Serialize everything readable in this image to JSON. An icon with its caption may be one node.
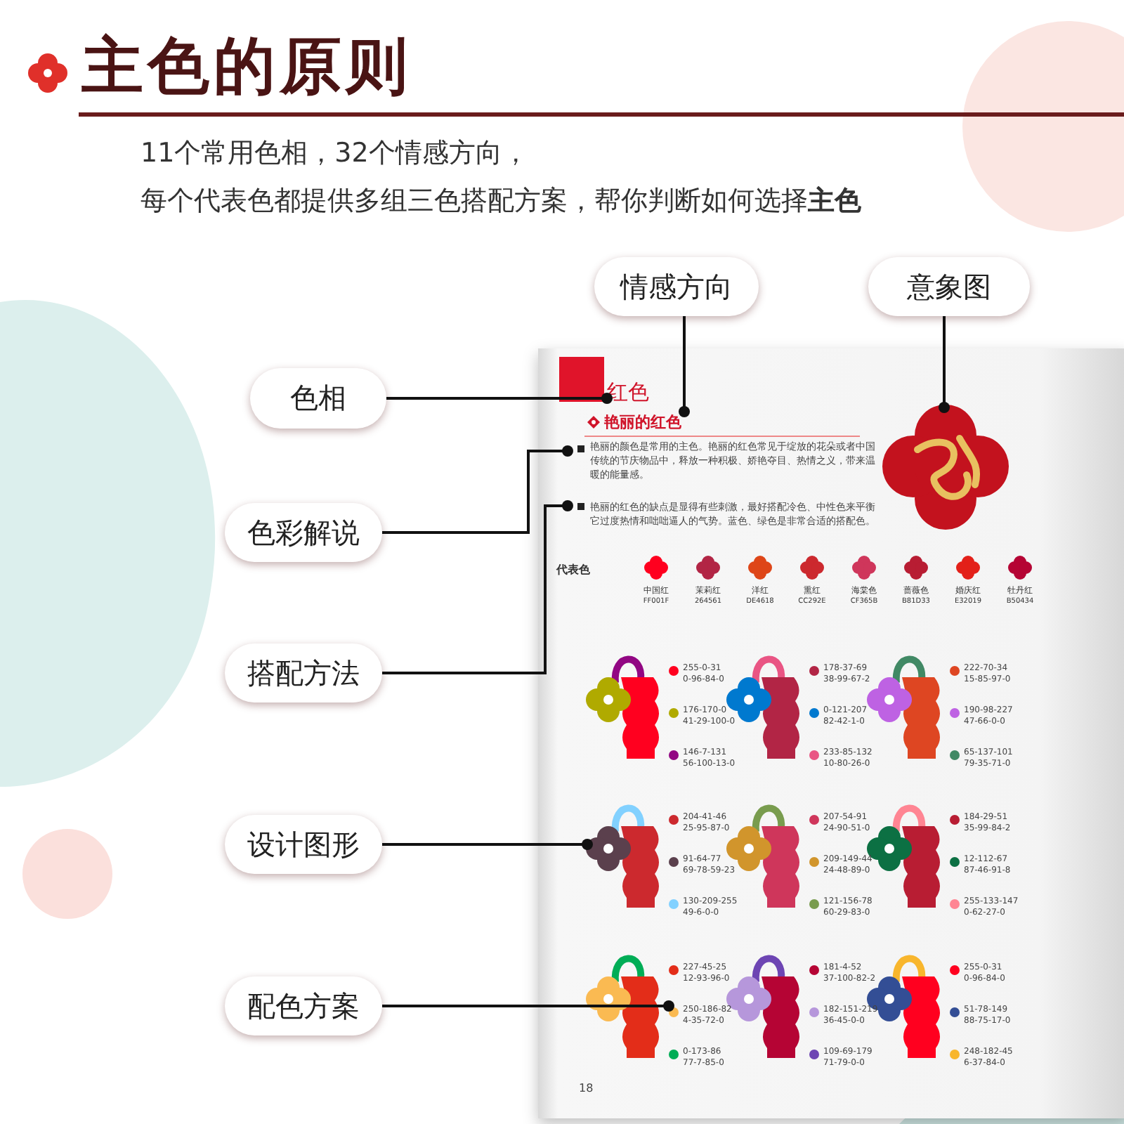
{
  "diagram": {
    "title": "主色的原则",
    "nodes": [
      {
        "text": [
          "色相"
        ]
      },
      {
        "text": [
          "情感方向"
        ]
      },
      {
        "text": [
          "意象图"
        ]
      },
      {
        "text": [
          "色彩解说"
        ]
      },
      {
        "text": [
          "搭配方法"
        ]
      },
      {
        "text": [
          "设计图形"
        ]
      },
      {
        "text": [
          "配色方案"
        ]
      },
      {
        "text": [
          "红色"
        ]
      },
      {
        "text": [
          "艳丽的红色"
        ]
      },
      {
        "text": [
          "艳丽的颜色是常用的主色。艳丽的红色常见于绽放的花朵或者中国传统的节庆物品中，释放一种积极、娇艳夺目、热情之义，带来温暖的能量感。"
        ]
      },
      {
        "text": [
          "艳丽的红色的缺点是显得有些刺激，最好搭配冷色、中性色来平衡它过度热情和咄咄逼人的气势。蓝色、绿色是非常合适的搭配色。"
        ]
      },
      {
        "text": [],
        "shape": "picture"
      },
      {
        "text": [],
        "shape": "picture"
      },
      {
        "text": [
          "227-45-25 12-93-96-0",
          "250-186-82 4-35-72-0",
          "0-173-86 77-7-85-0"
        ]
      }
    ],
    "edges": [
      {
        "from": 0,
        "to": 7,
        "arrow": "other"
      },
      {
        "from": 1,
        "to": 8,
        "arrow": "other"
      },
      {
        "from": 2,
        "to": 11,
        "arrow": "other"
      },
      {
        "from": 3,
        "to": 9,
        "arrow": "other"
      },
      {
        "from": 4,
        "to": 10,
        "arrow": "other"
      },
      {
        "from": 5,
        "to": 12,
        "arrow": "other"
      },
      {
        "from": 6,
        "to": 13,
        "arrow": "other"
      }
    ],
    "labels": [
      "11个常用色相，32个情感方向，",
      "每个代表色都提供多组三色搭配方案，帮你判断如何选择**主色**",
      "代表色",
      "中国红",
      "FF001F",
      "茉莉红",
      "264561",
      "洋红",
      "DE4618",
      "熏红",
      "CC292E",
      "海棠色",
      "CF365B",
      "蔷薇色",
      "B81D33",
      "婚庆红",
      "E32019",
      "牡丹红",
      "B50434",
      "255-0-31 0-96-84-0",
      "176-170-0 41-29-100-0",
      "146-7-131 56-100-13-0",
      "178-37-69 38-99-67-2",
      "0-121-207 82-42-1-0",
      "233-85-132 10-80-26-0",
      "222-70-34 15-85-97-0",
      "190-98-227 47-66-0-0",
      "65-137-101 79-35-71-0",
      "204-41-46 25-95-87-0",
      "91-64-77 69-78-59-23",
      "130-209-255 49-6-0-0",
      "207-54-91 24-90-51-0",
      "209-149-44 24-48-89-0",
      "121-156-78 60-29-83-0",
      "184-29-51 35-99-84-2",
      "12-112-67 87-46-91-8",
      "255-133-147 0-62-27-0",
      "181-4-52 37-100-82-2",
      "182-151-219 36-45-0-0",
      "109-69-179 71-79-0-0",
      "255-0-31 0-96-84-0",
      "51-78-149 88-75-17-0",
      "248-182-45 6-37-84-0",
      "18"
    ]
  }
}
